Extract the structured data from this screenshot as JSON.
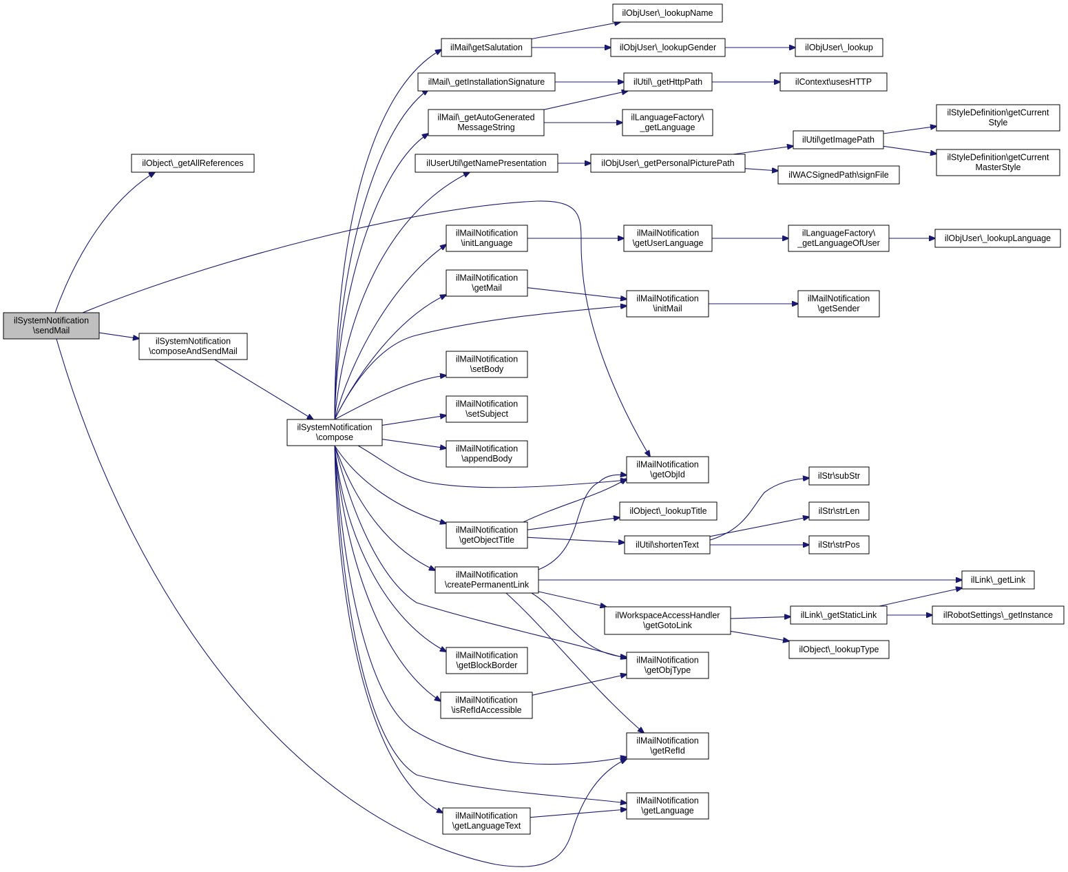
{
  "graph": {
    "nodes": [
      {
        "id": "sendMail",
        "lines": [
          "ilSystemNotification",
          "\\sendMail"
        ],
        "root": true
      },
      {
        "id": "getAllReferences",
        "lines": [
          "ilObject\\_getAllReferences"
        ]
      },
      {
        "id": "composeAndSendMail",
        "lines": [
          "ilSystemNotification",
          "\\composeAndSendMail"
        ]
      },
      {
        "id": "compose",
        "lines": [
          "ilSystemNotification",
          "\\compose"
        ]
      },
      {
        "id": "getSalutation",
        "lines": [
          "ilMail\\getSalutation"
        ]
      },
      {
        "id": "getInstallationSignature",
        "lines": [
          "ilMail\\_getInstallationSignature"
        ]
      },
      {
        "id": "getAutoGeneratedMessageString",
        "lines": [
          "ilMail\\_getAutoGenerated",
          "MessageString"
        ]
      },
      {
        "id": "getNamePresentation",
        "lines": [
          "ilUserUtil\\getNamePresentation"
        ]
      },
      {
        "id": "initLanguage",
        "lines": [
          "ilMailNotification",
          "\\initLanguage"
        ]
      },
      {
        "id": "getMail",
        "lines": [
          "ilMailNotification",
          "\\getMail"
        ]
      },
      {
        "id": "setBody",
        "lines": [
          "ilMailNotification",
          "\\setBody"
        ]
      },
      {
        "id": "setSubject",
        "lines": [
          "ilMailNotification",
          "\\setSubject"
        ]
      },
      {
        "id": "appendBody",
        "lines": [
          "ilMailNotification",
          "\\appendBody"
        ]
      },
      {
        "id": "getObjectTitle",
        "lines": [
          "ilMailNotification",
          "\\getObjectTitle"
        ]
      },
      {
        "id": "createPermanentLink",
        "lines": [
          "ilMailNotification",
          "\\createPermanentLink"
        ]
      },
      {
        "id": "getBlockBorder",
        "lines": [
          "ilMailNotification",
          "\\getBlockBorder"
        ]
      },
      {
        "id": "isRefIdAccessible",
        "lines": [
          "ilMailNotification",
          "\\isRefIdAccessible"
        ]
      },
      {
        "id": "getLanguageText",
        "lines": [
          "ilMailNotification",
          "\\getLanguageText"
        ]
      },
      {
        "id": "lookupName",
        "lines": [
          "ilObjUser\\_lookupName"
        ]
      },
      {
        "id": "lookupGender",
        "lines": [
          "ilObjUser\\_lookupGender"
        ]
      },
      {
        "id": "lookup",
        "lines": [
          "ilObjUser\\_lookup"
        ]
      },
      {
        "id": "getHttpPath",
        "lines": [
          "ilUtil\\_getHttpPath"
        ]
      },
      {
        "id": "usesHTTP",
        "lines": [
          "ilContext\\usesHTTP"
        ]
      },
      {
        "id": "getLanguageFactory",
        "lines": [
          "ilLanguageFactory\\",
          "_getLanguage"
        ]
      },
      {
        "id": "getPersonalPicturePath",
        "lines": [
          "ilObjUser\\_getPersonalPicturePath"
        ]
      },
      {
        "id": "getImagePath",
        "lines": [
          "ilUtil\\getImagePath"
        ]
      },
      {
        "id": "getCurrentStyle",
        "lines": [
          "ilStyleDefinition\\getCurrent",
          "Style"
        ]
      },
      {
        "id": "getCurrentMasterStyle",
        "lines": [
          "ilStyleDefinition\\getCurrent",
          "MasterStyle"
        ]
      },
      {
        "id": "signFile",
        "lines": [
          "ilWACSignedPath\\signFile"
        ]
      },
      {
        "id": "getUserLanguage",
        "lines": [
          "ilMailNotification",
          "\\getUserLanguage"
        ]
      },
      {
        "id": "getLanguageOfUser",
        "lines": [
          "ilLanguageFactory\\",
          "_getLanguageOfUser"
        ]
      },
      {
        "id": "lookupLanguage",
        "lines": [
          "ilObjUser\\_lookupLanguage"
        ]
      },
      {
        "id": "initMail",
        "lines": [
          "ilMailNotification",
          "\\initMail"
        ]
      },
      {
        "id": "getSender",
        "lines": [
          "ilMailNotification",
          "\\getSender"
        ]
      },
      {
        "id": "getObjId",
        "lines": [
          "ilMailNotification",
          "\\getObjId"
        ]
      },
      {
        "id": "lookupTitle",
        "lines": [
          "ilObject\\_lookupTitle"
        ]
      },
      {
        "id": "shortenText",
        "lines": [
          "ilUtil\\shortenText"
        ]
      },
      {
        "id": "subStr",
        "lines": [
          "ilStr\\subStr"
        ]
      },
      {
        "id": "strLen",
        "lines": [
          "ilStr\\strLen"
        ]
      },
      {
        "id": "strPos",
        "lines": [
          "ilStr\\strPos"
        ]
      },
      {
        "id": "getLink",
        "lines": [
          "ilLink\\_getLink"
        ]
      },
      {
        "id": "getGotoLink",
        "lines": [
          "ilWorkspaceAccessHandler",
          "\\getGotoLink"
        ]
      },
      {
        "id": "getStaticLink",
        "lines": [
          "ilLink\\_getStaticLink"
        ]
      },
      {
        "id": "getInstance",
        "lines": [
          "ilRobotSettings\\_getInstance"
        ]
      },
      {
        "id": "lookupType",
        "lines": [
          "ilObject\\_lookupType"
        ]
      },
      {
        "id": "getObjType",
        "lines": [
          "ilMailNotification",
          "\\getObjType"
        ]
      },
      {
        "id": "getRefId",
        "lines": [
          "ilMailNotification",
          "\\getRefId"
        ]
      },
      {
        "id": "getLanguage",
        "lines": [
          "ilMailNotification",
          "\\getLanguage"
        ]
      }
    ],
    "edges": [
      [
        "sendMail",
        "getAllReferences"
      ],
      [
        "sendMail",
        "composeAndSendMail"
      ],
      [
        "sendMail",
        "getObjId"
      ],
      [
        "sendMail",
        "getRefId"
      ],
      [
        "composeAndSendMail",
        "compose"
      ],
      [
        "compose",
        "getSalutation"
      ],
      [
        "compose",
        "getInstallationSignature"
      ],
      [
        "compose",
        "getAutoGeneratedMessageString"
      ],
      [
        "compose",
        "getNamePresentation"
      ],
      [
        "compose",
        "initLanguage"
      ],
      [
        "compose",
        "getMail"
      ],
      [
        "compose",
        "initMail"
      ],
      [
        "compose",
        "setBody"
      ],
      [
        "compose",
        "setSubject"
      ],
      [
        "compose",
        "appendBody"
      ],
      [
        "compose",
        "getObjId"
      ],
      [
        "compose",
        "getObjectTitle"
      ],
      [
        "compose",
        "createPermanentLink"
      ],
      [
        "compose",
        "getObjType"
      ],
      [
        "compose",
        "getBlockBorder"
      ],
      [
        "compose",
        "isRefIdAccessible"
      ],
      [
        "compose",
        "getRefId"
      ],
      [
        "compose",
        "getLanguage"
      ],
      [
        "compose",
        "getLanguageText"
      ],
      [
        "getSalutation",
        "lookupName"
      ],
      [
        "getSalutation",
        "lookupGender"
      ],
      [
        "lookupGender",
        "lookup"
      ],
      [
        "getInstallationSignature",
        "getHttpPath"
      ],
      [
        "getAutoGeneratedMessageString",
        "getHttpPath"
      ],
      [
        "getAutoGeneratedMessageString",
        "getLanguageFactory"
      ],
      [
        "getHttpPath",
        "usesHTTP"
      ],
      [
        "getNamePresentation",
        "getPersonalPicturePath"
      ],
      [
        "getPersonalPicturePath",
        "getImagePath"
      ],
      [
        "getPersonalPicturePath",
        "signFile"
      ],
      [
        "getImagePath",
        "getCurrentStyle"
      ],
      [
        "getImagePath",
        "getCurrentMasterStyle"
      ],
      [
        "initLanguage",
        "getUserLanguage"
      ],
      [
        "getUserLanguage",
        "getLanguageOfUser"
      ],
      [
        "getLanguageOfUser",
        "lookupLanguage"
      ],
      [
        "getMail",
        "initMail"
      ],
      [
        "initMail",
        "getSender"
      ],
      [
        "getObjectTitle",
        "getObjId"
      ],
      [
        "getObjectTitle",
        "lookupTitle"
      ],
      [
        "getObjectTitle",
        "shortenText"
      ],
      [
        "shortenText",
        "subStr"
      ],
      [
        "shortenText",
        "strLen"
      ],
      [
        "shortenText",
        "strPos"
      ],
      [
        "createPermanentLink",
        "getObjId"
      ],
      [
        "createPermanentLink",
        "getLink"
      ],
      [
        "createPermanentLink",
        "getGotoLink"
      ],
      [
        "createPermanentLink",
        "getObjType"
      ],
      [
        "createPermanentLink",
        "getRefId"
      ],
      [
        "getGotoLink",
        "getStaticLink"
      ],
      [
        "getGotoLink",
        "lookupType"
      ],
      [
        "getStaticLink",
        "getLink"
      ],
      [
        "getStaticLink",
        "getInstance"
      ],
      [
        "isRefIdAccessible",
        "getObjType"
      ],
      [
        "getLanguageText",
        "getLanguage"
      ]
    ]
  }
}
